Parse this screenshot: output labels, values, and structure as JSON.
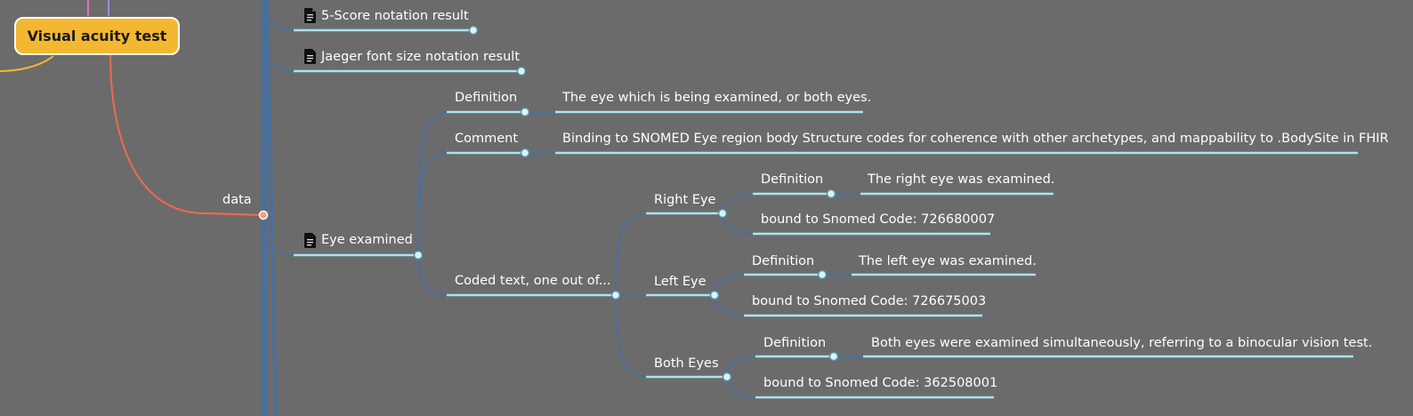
{
  "root": {
    "label": "Visual acuity test"
  },
  "branch": {
    "label": "data"
  },
  "nodes": {
    "score5": "5-Score notation result",
    "jaeger": "Jaeger font size notation result",
    "eye_examined": "Eye examined",
    "definition": "Definition",
    "definition_text": "The eye which is being examined, or both eyes.",
    "comment": "Comment",
    "comment_text": "Binding to SNOMED Eye region body Structure codes for coherence with other archetypes, and mappability to .BodySite in FHIR",
    "coded_text": "Coded text, one out of...",
    "right_eye": "Right Eye",
    "right_def": "Definition",
    "right_def_text": "The right eye was examined.",
    "right_code": "bound to Snomed Code: 726680007",
    "left_eye": "Left Eye",
    "left_def": "Definition",
    "left_def_text": "The left eye was examined.",
    "left_code": "bound to Snomed Code: 726675003",
    "both_eyes": "Both Eyes",
    "both_def": "Definition",
    "both_def_text": "Both eyes were examined simultaneously, referring to a binocular vision test.",
    "both_code": "bound to Snomed Code: 362508001"
  },
  "colors": {
    "background": "#6b6b6b",
    "root_fill": "#f4b731",
    "data_branch": "#ef6a4c",
    "trunk": "#4a6f9a",
    "underline": "#a9e4f2",
    "text": "#ffffff"
  }
}
